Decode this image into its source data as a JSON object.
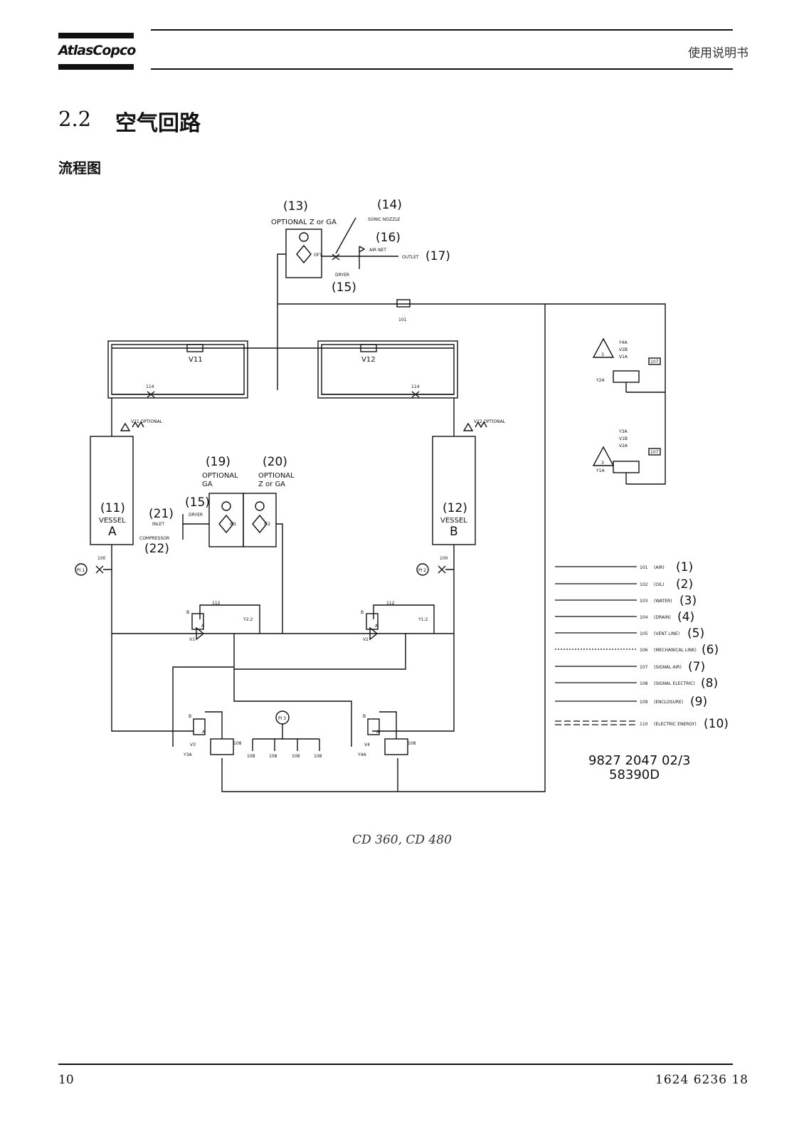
{
  "header": {
    "logo_text": "AtlasCopco",
    "title": "使用说明书"
  },
  "section": {
    "number": "2.2",
    "title": "空气回路"
  },
  "subsection": {
    "title": "流程图"
  },
  "diagram": {
    "callouts": {
      "c13": "(13)",
      "c13_note": "OPTIONAL Z or GA",
      "c14": "(14)",
      "c14_note": "SONIC NOZZLE",
      "c16": "(16)",
      "c16_note": "AIR NET",
      "c17": "(17)",
      "c17_note": "OUTLET",
      "c15_top": "(15)",
      "c15_top_note": "DRYER",
      "c19": "(19)",
      "c19_note_1": "OPTIONAL",
      "c19_note_2": "GA",
      "c20": "(20)",
      "c20_note_1": "OPTIONAL",
      "c20_note_2": "Z or GA",
      "c21": "(21)",
      "c21_note": "INLET",
      "c15_mid": "(15)",
      "c15_mid_note": "DRYER",
      "c22": "(22)",
      "c22_note": "COMPRESSOR",
      "c11": "(11)",
      "c11_note": "VESSEL",
      "c11_id": "A",
      "c12": "(12)",
      "c12_note": "VESSEL",
      "c12_id": "B"
    },
    "components": {
      "v11": "V11",
      "v12": "V12",
      "of1": "OF1",
      "if1": "IF1",
      "if2": "IF2",
      "v21": "V21 OPTIONAL",
      "v22": "V22 OPTIONAL",
      "v1": "V1",
      "v2": "V2",
      "v3": "V3",
      "v4": "V4",
      "y22": "Y2:2",
      "y12": "Y1:2",
      "y3a": "Y3A",
      "y4a": "Y4A",
      "valve_a": "A",
      "valve_b": "B",
      "y4a_stack": [
        "Y4A",
        "V2B",
        "V1A"
      ],
      "y3a_stack": [
        "Y3A",
        "V1B",
        "V2A"
      ],
      "y2a": "Y2A",
      "y1a": "Y1A",
      "warn": "3",
      "pi1": "PI 1",
      "pi2": "PI 2",
      "pi3": "PI 3",
      "tag101": "101",
      "tag107": "107",
      "tag108": "108",
      "tag114": "114",
      "tag100": "100",
      "tag112": "112"
    },
    "legend": [
      {
        "code": "101",
        "name": "(AIR)",
        "num": "(1)"
      },
      {
        "code": "102",
        "name": "(OIL)",
        "num": "(2)"
      },
      {
        "code": "103",
        "name": "(WATER)",
        "num": "(3)"
      },
      {
        "code": "104",
        "name": "(DRAIN)",
        "num": "(4)"
      },
      {
        "code": "105",
        "name": "(VENT LINE)",
        "num": "(5)"
      },
      {
        "code": "106",
        "name": "(MECHANICAL LINK)",
        "num": "(6)"
      },
      {
        "code": "107",
        "name": "(SIGNAL AIR)",
        "num": "(7)"
      },
      {
        "code": "108",
        "name": "(SIGNAL ELECTRIC)",
        "num": "(8)"
      },
      {
        "code": "109",
        "name": "(ENCLOSURE)",
        "num": "(9)"
      },
      {
        "code": "110",
        "name": "(ELECTRIC ENERGY)",
        "num": "(10)"
      }
    ],
    "drawing_number": "9827 2047 02/3",
    "drawing_code": "58390D"
  },
  "caption": "CD 360, CD 480",
  "footer": {
    "page": "10",
    "doc_number": "1624 6236 18"
  }
}
